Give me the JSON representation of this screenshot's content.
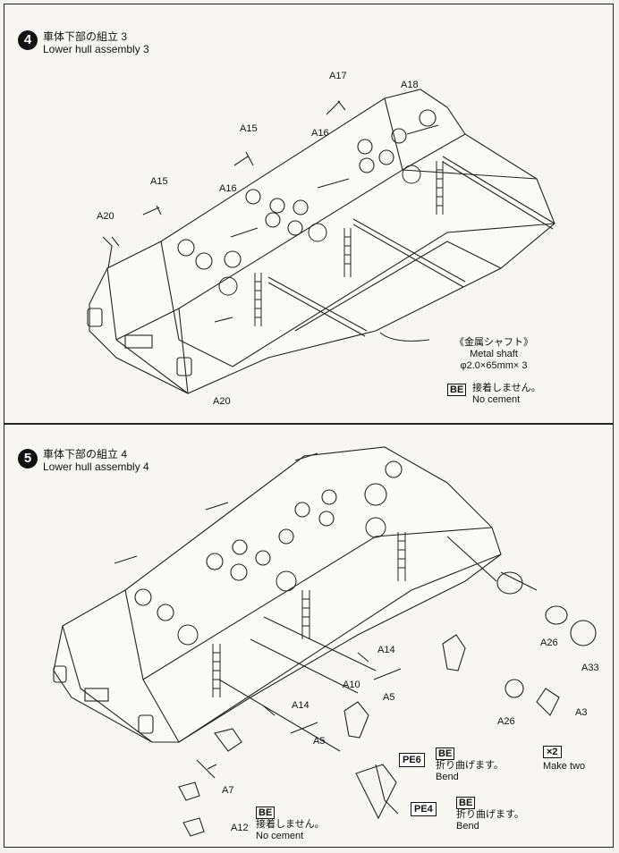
{
  "step4": {
    "number": "4",
    "title_jp": "車体下部の組立 3",
    "title_en": "Lower hull assembly 3",
    "parts": {
      "a17": "A17",
      "a18": "A18",
      "a15_top": "A15",
      "a16_top": "A16",
      "a15_left": "A15",
      "a16_left": "A16",
      "a20_top": "A20",
      "a20_bottom": "A20"
    },
    "metal_shaft_jp": "《金属シャフト》",
    "metal_shaft_en": "Metal shaft",
    "metal_shaft_spec": "φ2.0×65mm× 3",
    "be_label": "BE",
    "be_jp": "接着しません。",
    "be_en": "No cement"
  },
  "step5": {
    "number": "5",
    "title_jp": "車体下部の組立 4",
    "title_en": "Lower hull assembly 4",
    "parts": {
      "a14_right": "A14",
      "a10": "A10",
      "a5_right": "A5",
      "a14_left": "A14",
      "a5_left": "A5",
      "a26_top": "A26",
      "a33": "A33",
      "a26_bottom": "A26",
      "a3": "A3",
      "a7": "A7",
      "a12": "A12"
    },
    "pe6": "PE6",
    "pe4": "PE4",
    "bend1_label": "BE",
    "bend1_jp": "折り曲げます。",
    "bend1_en": "Bend",
    "bend2_label": "BE",
    "bend2_jp": "折り曲げます。",
    "bend2_en": "Bend",
    "nocement_label": "BE",
    "nocement_jp": "接着しません。",
    "nocement_en": "No cement",
    "x2_label": "×2",
    "x2_text": "Make two"
  }
}
